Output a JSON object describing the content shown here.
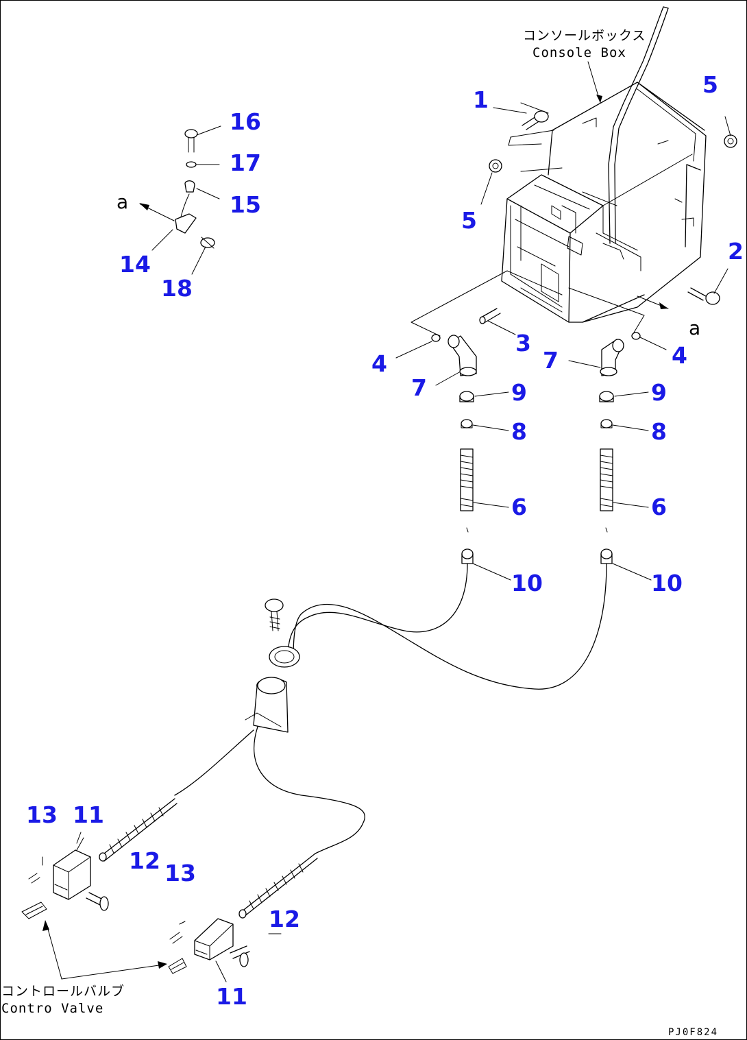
{
  "labels": {
    "console_box_jp": "コンソールボックス",
    "console_box_en": "Console Box",
    "control_valve_jp": "コントロールバルブ",
    "control_valve_en": "Contro  Valve",
    "ref_a": "a",
    "drawing_code": "PJ0F824"
  },
  "callouts": [
    "1",
    "2",
    "3",
    "4",
    "4",
    "5",
    "5",
    "6",
    "6",
    "7",
    "7",
    "8",
    "8",
    "9",
    "9",
    "10",
    "10",
    "11",
    "11",
    "12",
    "12",
    "13",
    "13",
    "14",
    "15",
    "16",
    "17",
    "18"
  ],
  "colors": {
    "callout": "#1a1ae6",
    "line": "#000000",
    "background": "#ffffff"
  }
}
